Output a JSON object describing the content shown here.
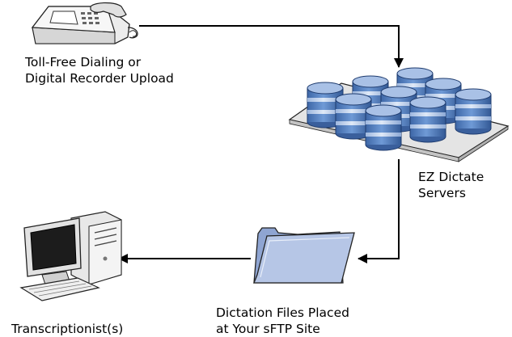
{
  "nodes": {
    "phone": {
      "icon": "telephone-recorder-icon",
      "lines": [
        "Toll-Free Dialing or",
        "Digital Recorder Upload"
      ]
    },
    "servers": {
      "icon": "database-servers-icon",
      "lines": [
        "EZ Dictate",
        "Servers"
      ]
    },
    "folder": {
      "icon": "folder-icon",
      "lines": [
        "Dictation Files Placed",
        "at Your sFTP Site"
      ]
    },
    "workstation": {
      "icon": "desktop-computer-icon",
      "lines": [
        "Transcriptionist(s)"
      ]
    }
  },
  "edges": [
    {
      "from": "phone",
      "to": "servers"
    },
    {
      "from": "servers",
      "to": "folder"
    },
    {
      "from": "folder",
      "to": "workstation"
    }
  ],
  "colors": {
    "connector": "#000000",
    "server_blue": "#5b86c4",
    "server_band": "#bcd0ec",
    "folder_fill": "#aebfe0",
    "platform": "#e4e4e4"
  }
}
